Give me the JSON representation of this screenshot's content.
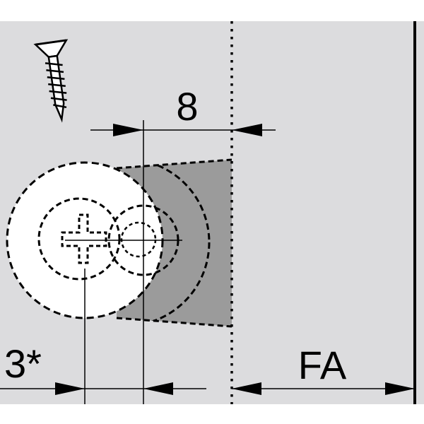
{
  "labels": {
    "dimension_top": "8",
    "dimension_left": "3*",
    "dimension_right": "FA"
  },
  "colors": {
    "panel_background": "#dcdcde",
    "shaded_region": "#9b9b9b",
    "line": "#000000",
    "disc_fill": "#ffffff"
  },
  "icons": {
    "screw": "screw-icon",
    "cross_recess": "phillips-cross-icon"
  }
}
